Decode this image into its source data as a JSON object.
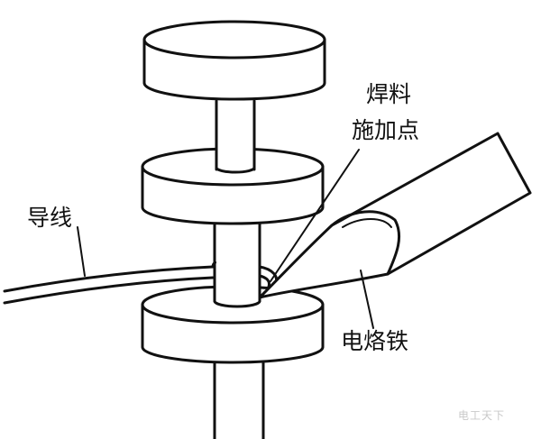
{
  "labels": {
    "solder_point_line1": "焊料",
    "solder_point_line2": "施加点",
    "lead_wire": "导线",
    "soldering_iron": "电烙铁"
  },
  "watermark": "电工天下",
  "colors": {
    "stroke": "#111111",
    "fill": "#ffffff"
  }
}
